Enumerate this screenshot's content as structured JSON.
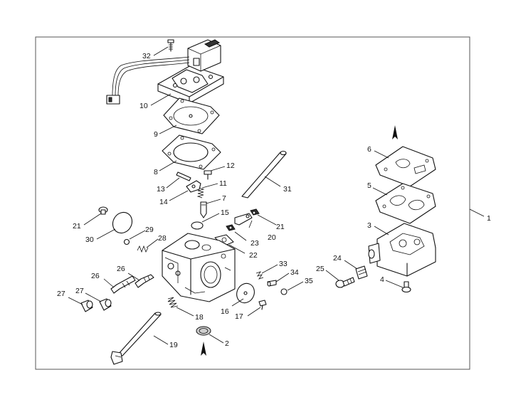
{
  "callouts": [
    {
      "id": "c32",
      "label": "32"
    },
    {
      "id": "c10",
      "label": "10"
    },
    {
      "id": "c9",
      "label": "9"
    },
    {
      "id": "c8",
      "label": "8"
    },
    {
      "id": "c12",
      "label": "12"
    },
    {
      "id": "c11",
      "label": "11"
    },
    {
      "id": "c13",
      "label": "13"
    },
    {
      "id": "c14",
      "label": "14"
    },
    {
      "id": "c7",
      "label": "7"
    },
    {
      "id": "c15",
      "label": "15"
    },
    {
      "id": "c31",
      "label": "31"
    },
    {
      "id": "c21a",
      "label": "21"
    },
    {
      "id": "c30",
      "label": "30"
    },
    {
      "id": "c29",
      "label": "29"
    },
    {
      "id": "c28",
      "label": "28"
    },
    {
      "id": "c21b",
      "label": "21"
    },
    {
      "id": "c20",
      "label": "20"
    },
    {
      "id": "c23",
      "label": "23"
    },
    {
      "id": "c22",
      "label": "22"
    },
    {
      "id": "c26a",
      "label": "26"
    },
    {
      "id": "c26b",
      "label": "26"
    },
    {
      "id": "c27a",
      "label": "27"
    },
    {
      "id": "c27b",
      "label": "27"
    },
    {
      "id": "c18",
      "label": "18"
    },
    {
      "id": "c19",
      "label": "19"
    },
    {
      "id": "c2",
      "label": "2"
    },
    {
      "id": "c16",
      "label": "16"
    },
    {
      "id": "c17",
      "label": "17"
    },
    {
      "id": "c33",
      "label": "33"
    },
    {
      "id": "c34",
      "label": "34"
    },
    {
      "id": "c35",
      "label": "35"
    },
    {
      "id": "c24",
      "label": "24"
    },
    {
      "id": "c25",
      "label": "25"
    },
    {
      "id": "c4",
      "label": "4"
    },
    {
      "id": "c6",
      "label": "6"
    },
    {
      "id": "c5",
      "label": "5"
    },
    {
      "id": "c3",
      "label": "3"
    },
    {
      "id": "c1",
      "label": "1"
    }
  ]
}
